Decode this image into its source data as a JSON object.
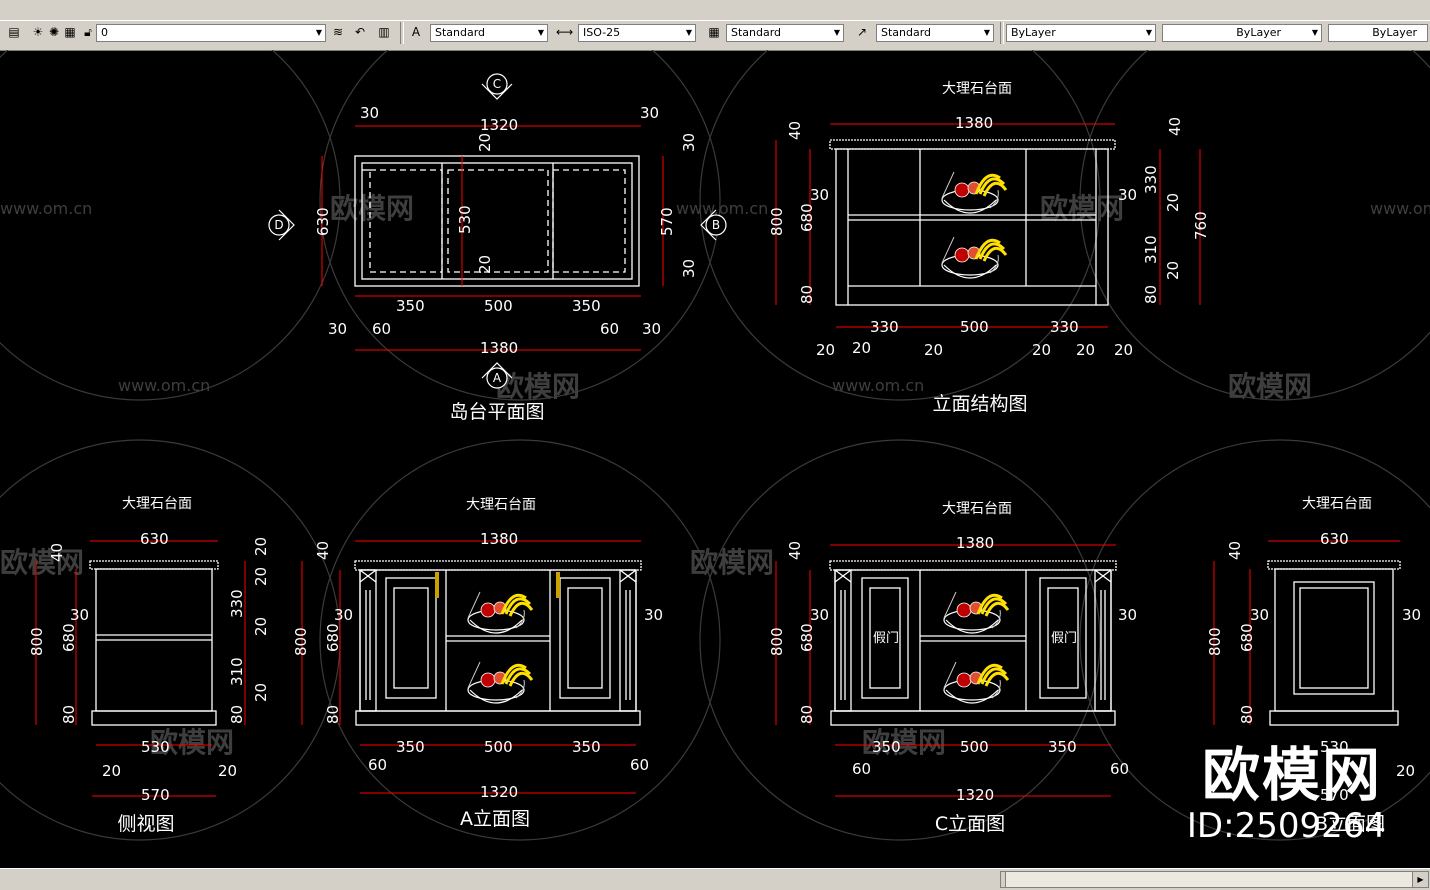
{
  "toolbar": {
    "layer_value": "0",
    "text_style": "Standard",
    "dim_style": "ISO-25",
    "table_style": "Standard",
    "multileader_style": "Standard",
    "color": "ByLayer",
    "linetype": "ByLayer",
    "lineweight": "ByLayer"
  },
  "colors": {
    "line": "#ffffff",
    "dim": "#ff0000",
    "text": "#ffffff",
    "fruit": "#ffe000",
    "watermark": "#3a3a3a"
  },
  "plan": {
    "title": "岛台平面图",
    "markers": [
      "C",
      "D",
      "B",
      "A"
    ],
    "dims": {
      "top_left": "30",
      "top_total": "1320",
      "top_right": "30",
      "mid_20a": "20",
      "mid_530": "530",
      "mid_20b": "20",
      "left_630": "630",
      "right_30a": "30",
      "right_570": "570",
      "right_30b": "30",
      "bottom_350a": "350",
      "bottom_500": "500",
      "bottom_350b": "350",
      "bottom_30a": "30",
      "bottom_60a": "60",
      "bottom_60b": "60",
      "bottom_30b": "30",
      "bottom_total": "1380"
    }
  },
  "structure": {
    "title": "立面结构图",
    "label": "大理石台面",
    "dims": {
      "top": "1380",
      "l40": "40",
      "l680": "680",
      "l800": "800",
      "l80": "80",
      "l30": "30",
      "r40": "40",
      "r330": "330",
      "r20a": "20",
      "r310": "310",
      "r20b": "20",
      "r80": "80",
      "r760": "760",
      "r30": "30",
      "b330a": "330",
      "b500": "500",
      "b330b": "330",
      "b20a": "20",
      "b20b": "20",
      "b20c": "20",
      "b20d": "20",
      "b20e": "20",
      "b20f": "20"
    }
  },
  "side": {
    "title": "侧视图",
    "label": "大理石台面",
    "dims": {
      "top": "630",
      "l40": "40",
      "l800": "800",
      "l680": "680",
      "l80": "80",
      "l30": "30",
      "r20a": "20",
      "r20b": "20",
      "r330": "330",
      "r20c": "20",
      "r310": "310",
      "r20d": "20",
      "r80": "80",
      "b530": "530",
      "b20a": "20",
      "b20b": "20",
      "b570": "570"
    }
  },
  "elevA": {
    "title": "A立面图",
    "label": "大理石台面",
    "dims": {
      "top": "1380",
      "l40": "40",
      "l800": "800",
      "l680": "680",
      "l80": "80",
      "l30": "30",
      "r30": "30",
      "b350a": "350",
      "b500": "500",
      "b350b": "350",
      "b60a": "60",
      "b60b": "60",
      "b1320": "1320"
    }
  },
  "elevC": {
    "title": "C立面图",
    "label": "大理石台面",
    "fake_door": "假门",
    "dims": {
      "top": "1380",
      "l40": "40",
      "l800": "800",
      "l680": "680",
      "l80": "80",
      "l30": "30",
      "r30": "30",
      "b350a": "350",
      "b500": "500",
      "b350b": "350",
      "b60a": "60",
      "b60b": "60",
      "b1320": "1320"
    }
  },
  "elevB": {
    "title": "B立面图",
    "label": "大理石台面",
    "dims": {
      "top": "630",
      "l40": "40",
      "l800": "800",
      "l680": "680",
      "l80": "80",
      "l30": "30",
      "r30": "30",
      "b530": "530",
      "b20": "20",
      "b570": "570"
    }
  },
  "watermark": {
    "site": "www.om.cn",
    "brand": "欧模网",
    "id": "ID:2509264"
  }
}
